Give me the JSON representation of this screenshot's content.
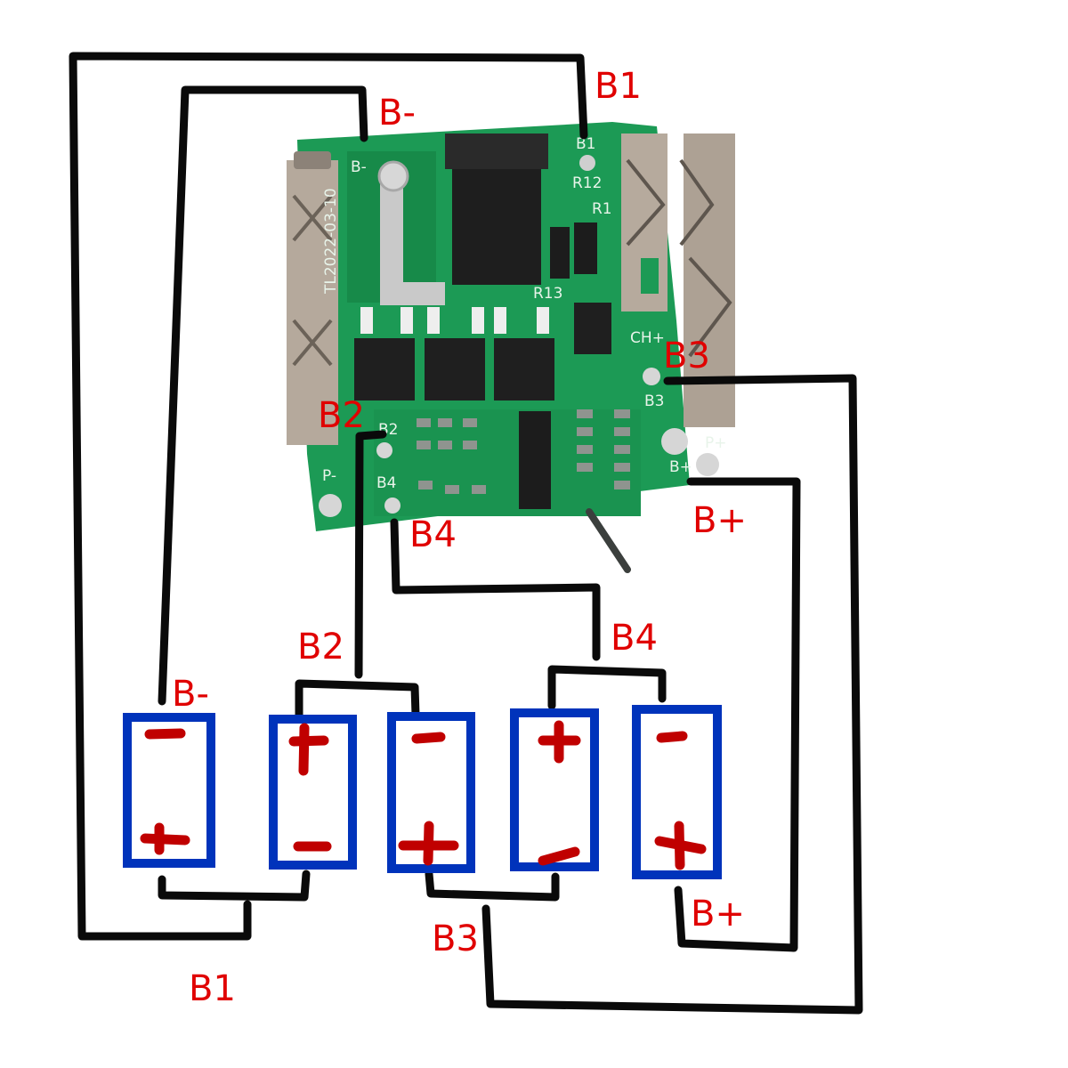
{
  "diagram": {
    "title": "5S Li-ion BMS board wiring diagram",
    "board": {
      "silkscreen": {
        "b_minus": "B-",
        "b1": "B1",
        "b2": "B2",
        "b3": "B3",
        "b4": "B4",
        "b_plus": "B+",
        "p_minus": "P-",
        "p_plus": "P+",
        "ch_plus": "CH+",
        "date_code": "TL2022-03-10",
        "r13": "R13",
        "r12": "R12",
        "r1": "R1"
      },
      "colors": {
        "pcb": "#1c9a55",
        "pcb_dark": "#137a40",
        "metal": "#b9ada0"
      }
    },
    "labels": {
      "top_b1": "B1",
      "top_b_minus": "B-",
      "board_b2": "B2",
      "board_b3": "B3",
      "board_b4": "B4",
      "board_b_plus": "B+",
      "mid_b2": "B2",
      "mid_b4": "B4",
      "cells_b_minus": "B-",
      "bottom_b1": "B1",
      "bottom_b3": "B3",
      "bottom_b_plus": "B+"
    },
    "cells": [
      {
        "id": "cell-1",
        "top": "-",
        "bottom": "+"
      },
      {
        "id": "cell-2",
        "top": "+",
        "bottom": "-"
      },
      {
        "id": "cell-3",
        "top": "-",
        "bottom": "+"
      },
      {
        "id": "cell-4",
        "top": "+",
        "bottom": "-"
      },
      {
        "id": "cell-5",
        "top": "-",
        "bottom": "+"
      }
    ],
    "colors": {
      "label": "#e00000",
      "wire": "#0a0a0a",
      "cell_outline": "#0033bb",
      "polarity": "#c00000"
    }
  }
}
